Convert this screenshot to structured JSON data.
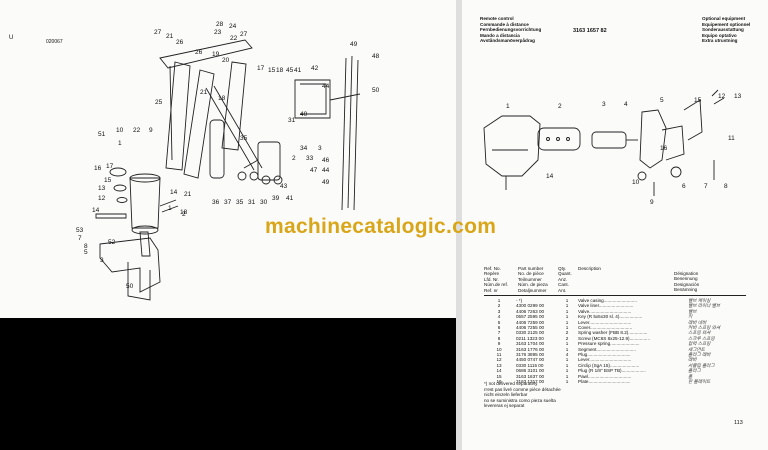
{
  "left_page": {
    "corner_mark": "U",
    "doc_id": "020067",
    "callouts": [
      "27",
      "21",
      "26",
      "28",
      "23",
      "24",
      "22",
      "27",
      "26",
      "19",
      "20",
      "49",
      "48",
      "25",
      "17",
      "15",
      "18",
      "45",
      "41",
      "42",
      "50",
      "44",
      "21",
      "18",
      "40",
      "31",
      "10",
      "22",
      "9",
      "51",
      "1",
      "16",
      "17",
      "35",
      "34",
      "2",
      "33",
      "3",
      "15",
      "13",
      "12",
      "14",
      "46",
      "47",
      "44",
      "14",
      "21",
      "1",
      "2",
      "36",
      "37",
      "35",
      "31",
      "30",
      "39",
      "41",
      "43",
      "49",
      "53",
      "7",
      "52",
      "8",
      "5",
      "3",
      "18",
      "50"
    ]
  },
  "header": {
    "left_lines": [
      "Remote control",
      "Commande à distance",
      "Fernbedienungsvorrichtung",
      "Mando a distancia",
      "Avståndsmanöverpådrag"
    ],
    "part_no": "3163 1657 82",
    "right_lines": [
      "Optional equipment",
      "Equipement optionnel",
      "Sonderausstattung",
      "Equipo optativo",
      "Extra utrustning"
    ]
  },
  "diagram_callouts": [
    "1",
    "2",
    "3",
    "4",
    "5",
    "15",
    "12",
    "13",
    "14",
    "16",
    "10",
    "9",
    "8",
    "7",
    "6",
    "11"
  ],
  "table": {
    "col1": [
      "Ref. No.",
      "Repère",
      "Lfd. Nr.",
      "Núm.de ref.",
      "Ref. nr"
    ],
    "col2": [
      "Part number",
      "No. de pièce",
      "Teilnummer",
      "Núm. de pieza",
      "Detaljnummer"
    ],
    "col3": [
      "Qty.",
      "Quant.",
      "Anz.",
      "Cant.",
      "Ant."
    ],
    "col4": [
      "Description"
    ],
    "col5": [
      "Désignation",
      "Benennung",
      "Designación",
      "Benämning"
    ],
    "rows": [
      [
        "1",
        "-    *)",
        "1",
        "Valve casing..........................",
        "밸브 케이싱"
      ],
      [
        "2",
        "4300 0299 00",
        "1",
        "Valve liner...........................",
        "밸브 라이너 밸브"
      ],
      [
        "3",
        "4406 7263 00",
        "1",
        "Valve.................................",
        "밸브"
      ],
      [
        "4",
        "0557 2595 00",
        "1",
        "Key (R 5x5x30 sl. 4)..................",
        "키"
      ],
      [
        "5",
        "4406 7259 00",
        "1",
        "Lever.................................",
        "레버 네버"
      ],
      [
        "6",
        "4406 7255 00",
        "1",
        "Cover.................................",
        "커버 스프링 와셔"
      ],
      [
        "7",
        "0330 2125 00",
        "2",
        "Spring washer (FBB 8.2)...............",
        "스프링 와셔"
      ],
      [
        "8",
        "0211 1323 00",
        "2",
        "Screw (MC6S 8x25-12.9)................",
        "스크루 스프링"
      ],
      [
        "9",
        "3163 1704 00",
        "1",
        "Pressure spring.......................",
        "압력 스프링"
      ],
      [
        "10",
        "3163 1776 00",
        "1",
        "Segment...............................",
        "세그먼트"
      ],
      [
        "11",
        "3176 3895 00",
        "4",
        "Plug..................................",
        "플러그 레버"
      ],
      [
        "12",
        "4450 0747 00",
        "1",
        "Lever.................................",
        "레버"
      ],
      [
        "13",
        "0330 1115 00",
        "1",
        "Circlip (SgA 15).......................",
        "서클립 플러그"
      ],
      [
        "14",
        "0686 3101 00",
        "1",
        "Plug (R 1/8\" BSP TB)...................",
        "플러그"
      ],
      [
        "15",
        "3163 1637 00",
        "1",
        "Pawl..................................",
        "폴"
      ],
      [
        "16",
        "3163 1317 00",
        "1",
        "Plate.................................",
        "판 플레이트"
      ]
    ],
    "notes": [
      "*) not delivered separately",
      "n'est pas livré comme pièce détachée",
      "nicht einzeln lieferbar",
      "no se suministra como pieza suelta",
      "levereras ej separat"
    ]
  },
  "page_number": "113",
  "watermark": "machinecatalogic.com",
  "colors": {
    "watermark": "#d9a61a",
    "band": "#000000"
  }
}
